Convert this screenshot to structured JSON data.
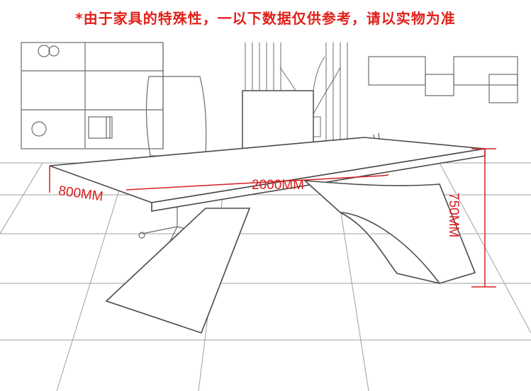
{
  "notice": "*由于家具的特殊性，一以下数据仅供参考，请以实物为准",
  "dimensions": {
    "width": "2000MM",
    "depth": "800MM",
    "height": "750MM"
  },
  "colors": {
    "notice": "#e0201b",
    "dimension": "#d81e1e",
    "sketch": "#6b6b6b"
  }
}
